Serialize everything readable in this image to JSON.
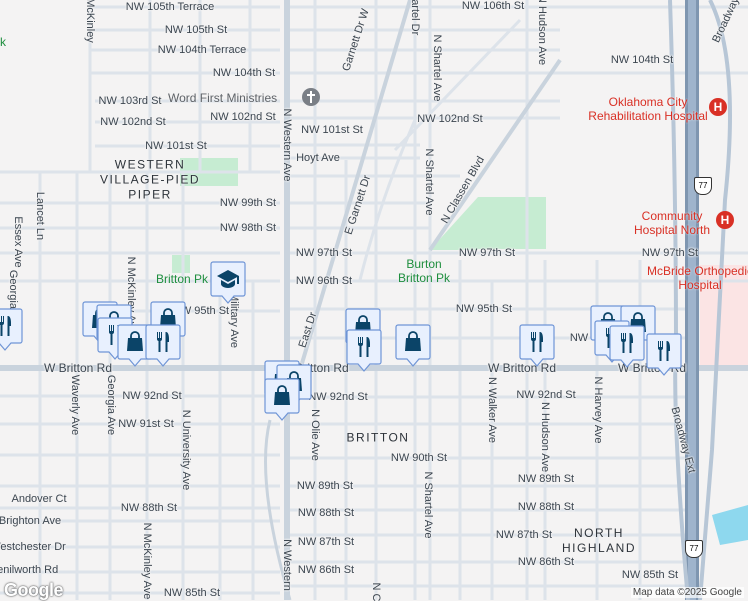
{
  "colors": {
    "background": "#f4f3f3",
    "road": "#ffffff",
    "road_edge": "#d9dfe6",
    "arterial": "#cfd8e1",
    "highway": "#8fa7c2",
    "park": "#c6ecd2",
    "water": "#8ed8ee",
    "hospital_area": "#fbe4e4",
    "marker_fill": "#e8f0fe",
    "marker_icon": "#0b4468",
    "hospital_red": "#d93025",
    "park_green": "#1e8e3e"
  },
  "streets": [
    "NW 105th Terrace",
    "NW 105th St",
    "NW 104th Terrace",
    "NW 104th St",
    "NW 103rd St",
    "NW 102nd St",
    "NW 102nd St",
    "NW 101st St",
    "NW 101st St",
    "NW 102nd St",
    "Hoyt Ave",
    "NW 99th St",
    "NW 98th St",
    "NW 97th St",
    "NW 97th St",
    "NW 97th St",
    "NW 96th St",
    "NW 95th St",
    "NW 95th St",
    "W Britton Rd",
    "Britton Rd",
    "W Britton Rd",
    "W Britton Rd",
    "NW 92nd St",
    "NW 92nd St",
    "NW 92nd St",
    "NW 91st St",
    "NW 90th St",
    "NW 89th St",
    "NW 89th St",
    "Andover Ct",
    "NW 88th St",
    "NW 88th St",
    "NW 88th St",
    "Brighton Ave",
    "NW 87th St",
    "NW 87th St",
    "Westchester Dr",
    "Kenilworth Rd",
    "NW 86th St",
    "NW 86th St",
    "NW 85th St",
    "NW 85th St",
    "NW 106th St",
    "NW 104th St",
    "NW"
  ],
  "vstreets": [
    "N Western Ave",
    "N Western",
    "Garnett Dr W",
    "E Garnett Dr",
    "East Dr",
    "N Shartel Dr",
    "N Shartel Ave",
    "N Shartel Ave",
    "N Classen Blvd",
    "N Hudson Ave",
    "N Walker Ave",
    "N Hudson Ave",
    "N Harvey Ave",
    "Broadway Ext",
    "Broadway",
    "N Olie Ave",
    "N Shartel Ave",
    "Lancet Ln",
    "Essex Ave",
    "N McKinley",
    "N McKinley Ave",
    "Georgia Ave",
    "Waverly Ave",
    "N University Ave",
    "Military Ave",
    "N McKinley Ave",
    "N C",
    "Georgia Ave"
  ],
  "neighborhoods": {
    "western_village": "WESTERN VILLAGE-PIED PIPER",
    "britton": "BRITTON",
    "north_highland": "NORTH HIGHLAND"
  },
  "parks": {
    "burton": "Burton Britton Pk",
    "britton": "Britton Pk",
    "partial_k": "k"
  },
  "places": {
    "church": "Word First Ministries",
    "rehab": "Oklahoma City Rehabilitation Hospital",
    "community": "Community Hospital North",
    "mcbride": "McBride Orthopedic Hospital"
  },
  "highway_shield": "77",
  "markers": [
    "restaurant",
    "shopping",
    "shopping",
    "restaurant",
    "shopping",
    "shopping",
    "restaurant",
    "school",
    "shopping",
    "restaurant",
    "shopping",
    "restaurant",
    "shopping",
    "shopping",
    "restaurant",
    "restaurant",
    "restaurant",
    "shopping",
    "shopping",
    "shopping"
  ],
  "attribution": "Map data ©2025 Google",
  "logo": "Google"
}
